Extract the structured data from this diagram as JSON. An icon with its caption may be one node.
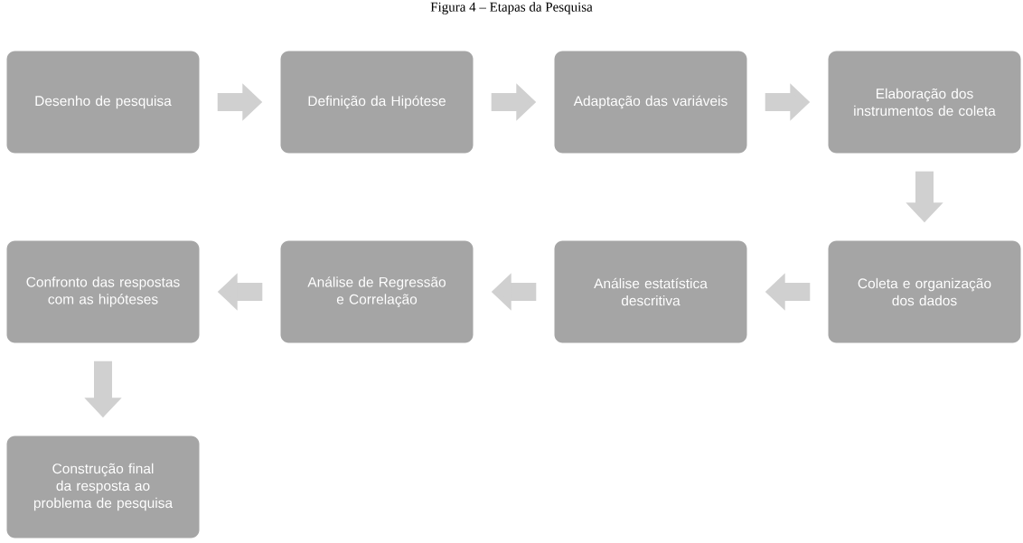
{
  "diagram": {
    "title": "Figura 4 – Etapas da Pesquisa",
    "nodes": [
      {
        "text": [
          "Desenho de pesquisa"
        ]
      },
      {
        "text": [
          "Definição da Hipótese"
        ]
      },
      {
        "text": [
          "Adaptação das variáveis"
        ]
      },
      {
        "text": [
          "Elaboração dos instrumentos de coleta"
        ]
      },
      {
        "text": [
          "Coleta e organização dos dados"
        ]
      },
      {
        "text": [
          "Análise estatística descritiva"
        ]
      },
      {
        "text": [
          "Análise de Regressão e Correlação"
        ]
      },
      {
        "text": [
          "Confronto das respostas com as hipóteses"
        ]
      },
      {
        "text": [
          "Construção final da resposta ao problema de pesquisa"
        ]
      }
    ],
    "edges": [
      {
        "from": 0,
        "to": 1,
        "arrow": "to"
      },
      {
        "from": 1,
        "to": 2,
        "arrow": "to"
      },
      {
        "from": 2,
        "to": 3,
        "arrow": "to"
      },
      {
        "from": 3,
        "to": 4,
        "arrow": "to"
      },
      {
        "from": 4,
        "to": 5,
        "arrow": "to"
      },
      {
        "from": 5,
        "to": 6,
        "arrow": "to"
      },
      {
        "from": 6,
        "to": 7,
        "arrow": "to"
      },
      {
        "from": 7,
        "to": 8,
        "arrow": "to"
      }
    ]
  }
}
